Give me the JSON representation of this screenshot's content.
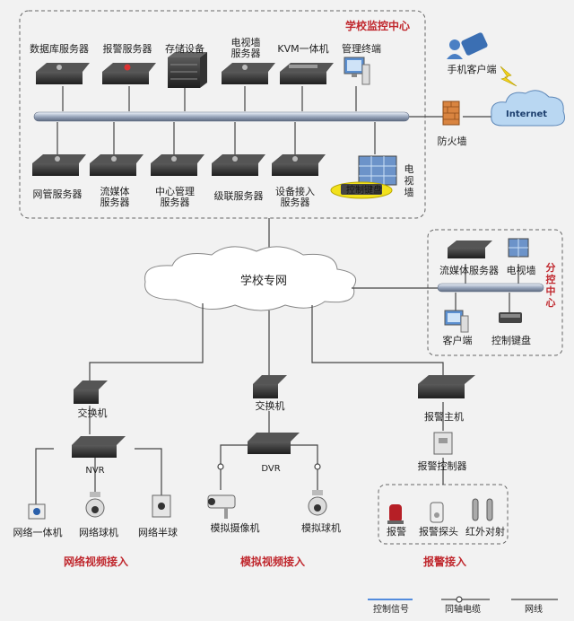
{
  "colors": {
    "accent_red": "#c0282e",
    "control_line": "#1e6bd6",
    "line": "#444444",
    "device_dark": "#2b2b2b",
    "dashed_border": "#666666",
    "cloud": "#ffffff",
    "firewall": "#d98440"
  },
  "center": {
    "title": "学校监控中心",
    "top_devices": [
      {
        "label": "数据库服务器",
        "icon": "server-icon"
      },
      {
        "label": "报警服务器",
        "icon": "alarm-server-icon"
      },
      {
        "label": "存储设备",
        "icon": "storage-icon"
      },
      {
        "label": "电视墙\n服务器",
        "icon": "server-icon"
      },
      {
        "label": "KVM一体机",
        "icon": "kvm-icon"
      },
      {
        "label": "管理终端",
        "icon": "pc-icon"
      }
    ],
    "bottom_devices": [
      {
        "label": "网管服务器",
        "icon": "server-icon"
      },
      {
        "label": "流媒体\n服务器",
        "icon": "server-icon"
      },
      {
        "label": "中心管理\n服务器",
        "icon": "server-icon"
      },
      {
        "label": "级联服务器",
        "icon": "server-icon"
      },
      {
        "label": "设备接入\n服务器",
        "icon": "server-icon"
      }
    ],
    "keyboard_label": "控制键盘",
    "tvwall_label": "电视墙"
  },
  "external": {
    "mobile_label": "手机客户端",
    "internet_label": "Internet",
    "firewall_label": "防火墙"
  },
  "branch": {
    "title": "分控中心",
    "streaming_label": "流媒体服务器",
    "tvwall_label": "电视墙",
    "client_label": "客户端",
    "keyboard_label": "控制键盘"
  },
  "network_label": "学校专网",
  "access": {
    "network": {
      "switch_label": "交换机",
      "nvr_label": "NVR",
      "cameras": [
        "网络一体机",
        "网络球机",
        "网络半球"
      ],
      "section_title": "网络视频接入"
    },
    "analog": {
      "switch_label": "交换机",
      "dvr_label": "DVR",
      "cameras": [
        "模拟摄像机",
        "模拟球机"
      ],
      "section_title": "模拟视频接入"
    },
    "alarm": {
      "host_label": "报警主机",
      "controller_label": "报警控制器",
      "devices": [
        "报警",
        "报警探头",
        "红外对射"
      ],
      "section_title": "报警接入"
    }
  },
  "legend": {
    "control": "控制信号",
    "coax": "同轴电缆",
    "line": "网线"
  }
}
